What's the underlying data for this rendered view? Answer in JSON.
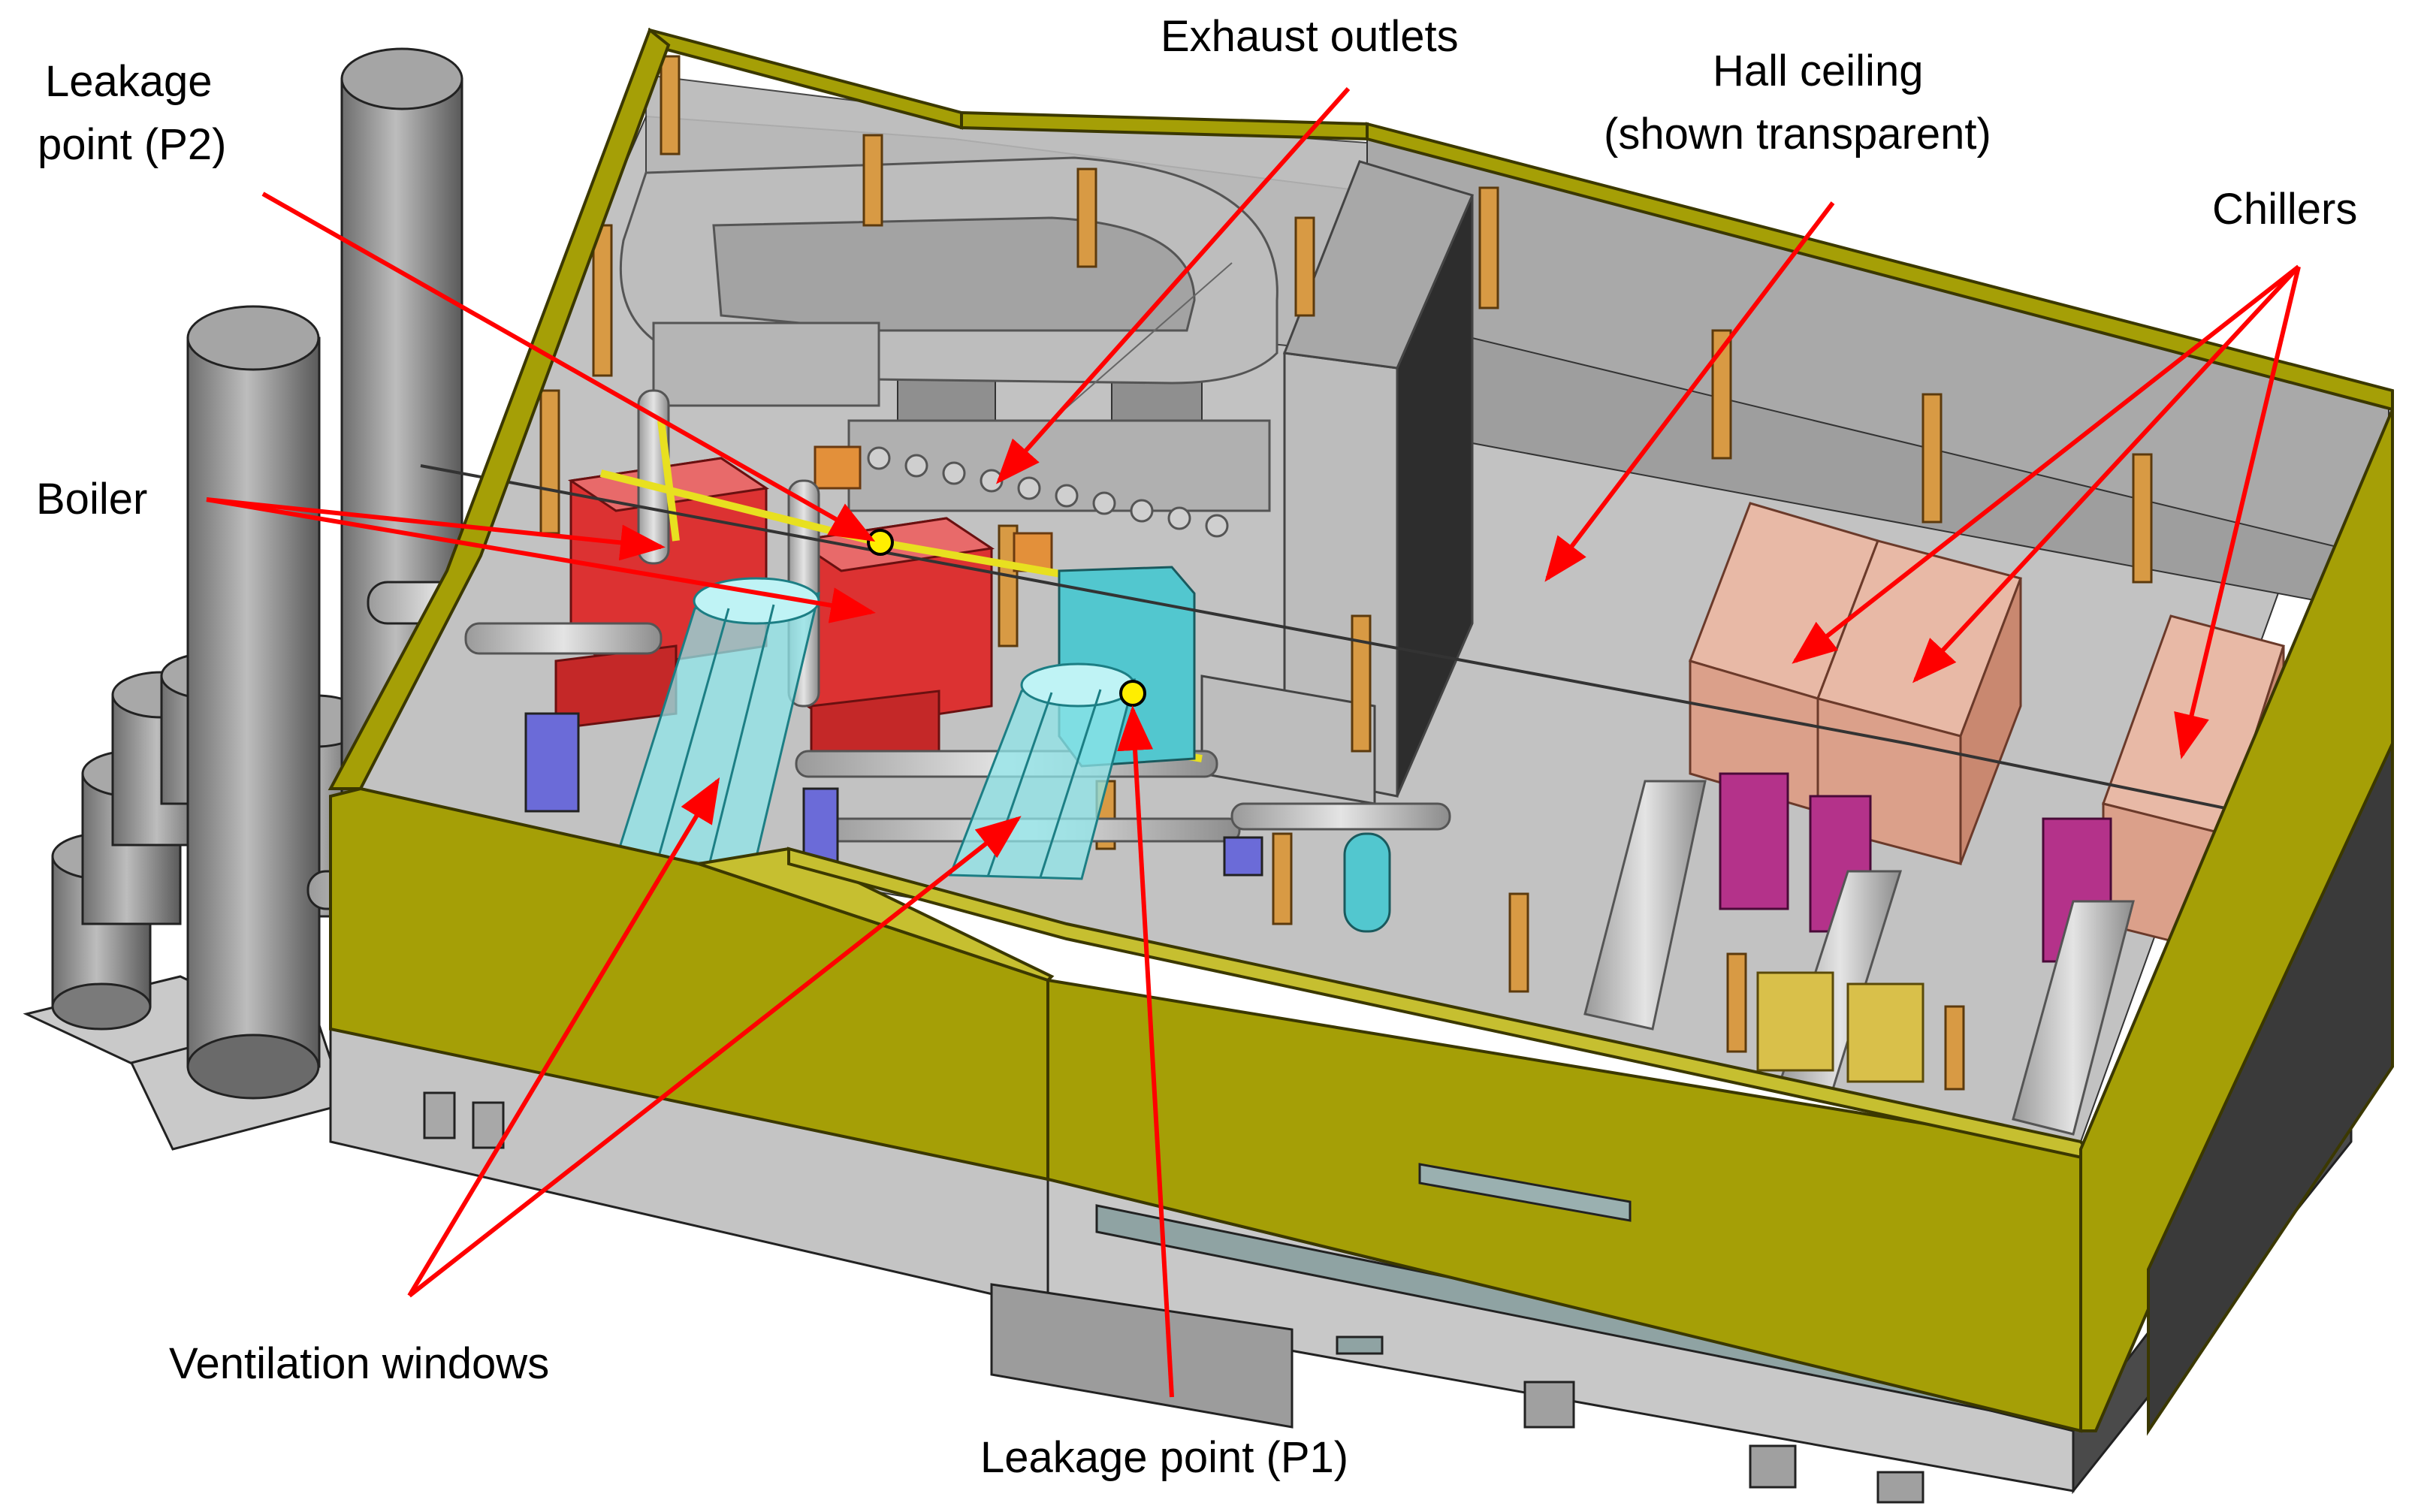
{
  "labels": {
    "leakage_p2_line1": "Leakage",
    "leakage_p2_line2": "point (P2)",
    "exhaust_outlets": "Exhaust outlets",
    "hall_ceiling_line1": "Hall ceiling",
    "hall_ceiling_line2": "(shown transparent)",
    "chillers": "Chillers",
    "boiler": "Boiler",
    "ventilation_windows": "Ventilation windows",
    "leakage_p1": "Leakage point (P1)"
  },
  "colors": {
    "wall_yellow": "#a59f06",
    "wall_edge": "#5a5600",
    "floor_grey": "#c2c2c2",
    "structure_grey": "#b4b4b4",
    "boiler_red": "#dc3232",
    "chiller_salmon": "#dba08a",
    "pump_magenta": "#b4328a",
    "vent_cyan": "#8fe6ea",
    "tank_teal": "#52c7cf",
    "column_orange": "#d89a44",
    "pipe_yellow": "#e8e020",
    "arrow_red": "#ff0000",
    "marker_yellow": "#ffee00"
  }
}
